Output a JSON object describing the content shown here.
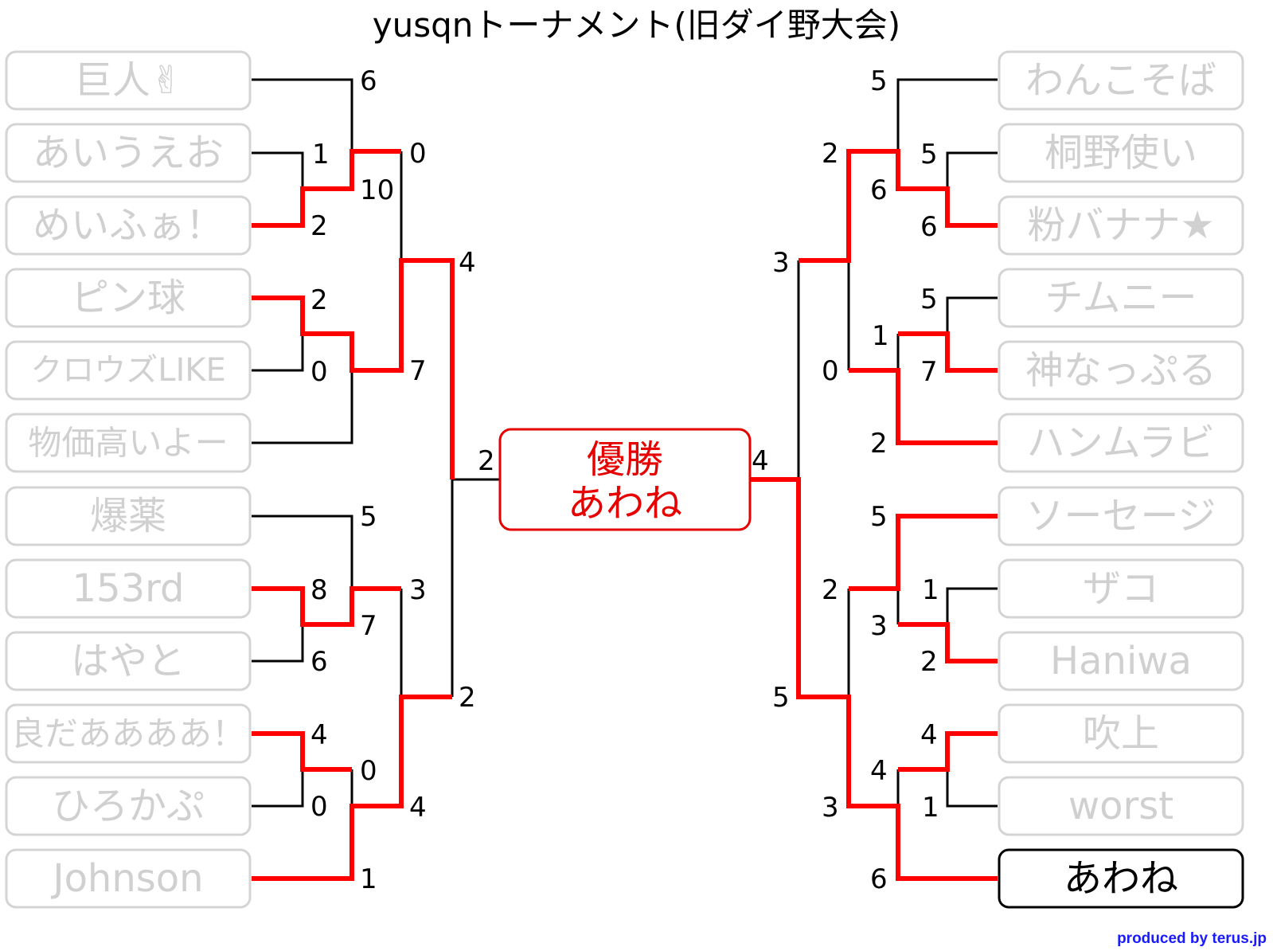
{
  "title": "yusqnトーナメント(旧ダイ野大会)",
  "credit": "produced by terus.jp",
  "champion": {
    "label": "優勝",
    "name": "あわね"
  },
  "final_scores": {
    "left": "2",
    "right": "4"
  },
  "left_players": [
    "巨人✌",
    "あいうえお",
    "めいふぁ！",
    "ピン球",
    "クロウズLIKE",
    "物価高いよー",
    "爆薬",
    "153rd",
    "はやと",
    "良だああああ！",
    "ひろかぷ",
    "Johnson"
  ],
  "right_players": [
    "わんこそば",
    "桐野使い",
    "粉バナナ★",
    "チムニー",
    "神なっぷる",
    "ハンムラビ",
    "ソーセージ",
    "ザコ",
    "Haniwa",
    "吹上",
    "worst",
    "あわね"
  ],
  "scores": {
    "l_r1_a_top": "1",
    "l_r1_a_bot": "2",
    "l_r1_b_top": "2",
    "l_r1_b_bot": "0",
    "l_r1_c_top": "8",
    "l_r1_c_bot": "6",
    "l_r1_d_top": "4",
    "l_r1_d_bot": "0",
    "l_r2_a_top": "6",
    "l_r2_a_bot": "10",
    "l_r2_b_top": "5",
    "l_r2_b_bot": "7",
    "l_r2_c_top": "0",
    "l_r2_c_bot": "1",
    "l_r3_a_top": "0",
    "l_r3_a_bot": "7",
    "l_r3_b_top": "3",
    "l_r3_b_bot": "4",
    "l_r4_top": "4",
    "l_r4_bot": "2",
    "r_r1_a_top": "5",
    "r_r1_a_bot": "6",
    "r_r1_b_top": "5",
    "r_r1_b_bot": "7",
    "r_r1_c_top": "1",
    "r_r1_c_bot": "2",
    "r_r1_d_top": "4",
    "r_r1_d_bot": "1",
    "r_r2_a_top": "5",
    "r_r2_a_bot": "6",
    "r_r2_b_top": "1",
    "r_r2_b_bot": "2",
    "r_r2_c_top": "5",
    "r_r2_c_bot": "3",
    "r_r2_d_top": "4",
    "r_r2_d_bot": "6",
    "r_r3_a_top": "2",
    "r_r3_a_bot": "0",
    "r_r3_b_top": "2",
    "r_r3_b_bot": "3",
    "r_r4_top": "3",
    "r_r4_bot": "5"
  }
}
